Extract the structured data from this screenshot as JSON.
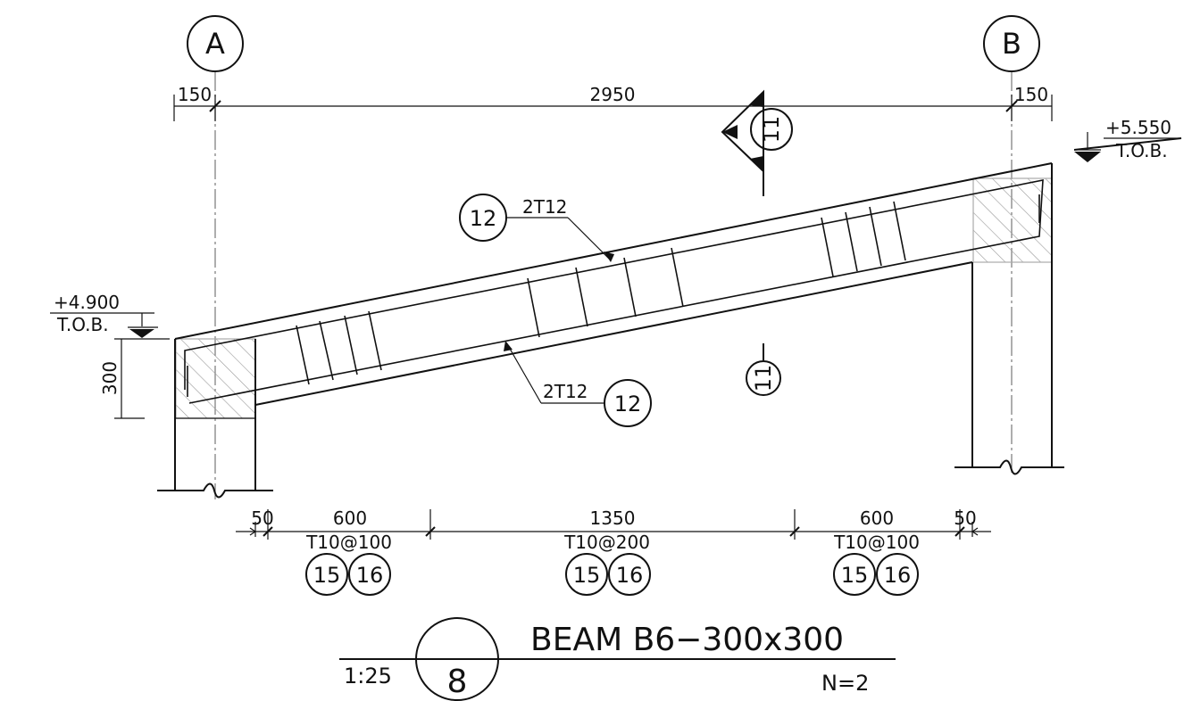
{
  "grid": {
    "left_label": "A",
    "right_label": "B"
  },
  "dims_top": {
    "left_offset": "150",
    "span": "2950",
    "right_offset": "150"
  },
  "levels": {
    "right": {
      "value": "+5.550",
      "note": "T.O.B."
    },
    "left": {
      "value": "+4.900",
      "note": "T.O.B."
    }
  },
  "section_marker": {
    "number": "11"
  },
  "rebar": {
    "top": {
      "label": "2T12",
      "mark": "12"
    },
    "bottom": {
      "label": "2T12",
      "mark": "12"
    }
  },
  "depth_dim": "300",
  "spacing_zones": [
    {
      "length": "50"
    },
    {
      "length": "600",
      "spec": "T10@100",
      "marks": [
        "15",
        "16"
      ]
    },
    {
      "length": "1350",
      "spec": "T10@200",
      "marks": [
        "15",
        "16"
      ]
    },
    {
      "length": "600",
      "spec": "T10@100",
      "marks": [
        "15",
        "16"
      ]
    },
    {
      "length": "50"
    }
  ],
  "title_block": {
    "detail_number": "8",
    "title": "BEAM B6−300x300",
    "scale": "1:25",
    "quantity": "N=2"
  }
}
